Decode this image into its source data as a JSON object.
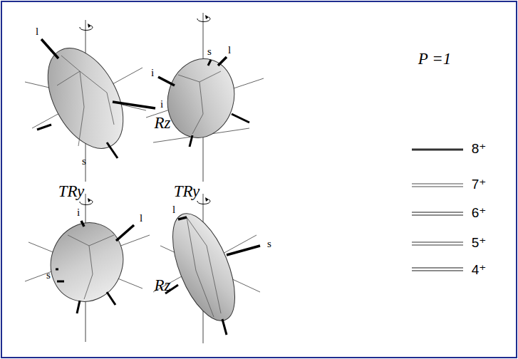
{
  "diagram": {
    "labels": [
      "l",
      "i",
      "s",
      "i",
      "s",
      "l",
      "Rz",
      "TRy",
      "TRy",
      "i",
      "l",
      "s",
      "Rz",
      "l",
      "s",
      "P =1",
      "8⁺",
      "7⁺",
      "6⁺",
      "5⁺",
      "4⁺"
    ]
  }
}
